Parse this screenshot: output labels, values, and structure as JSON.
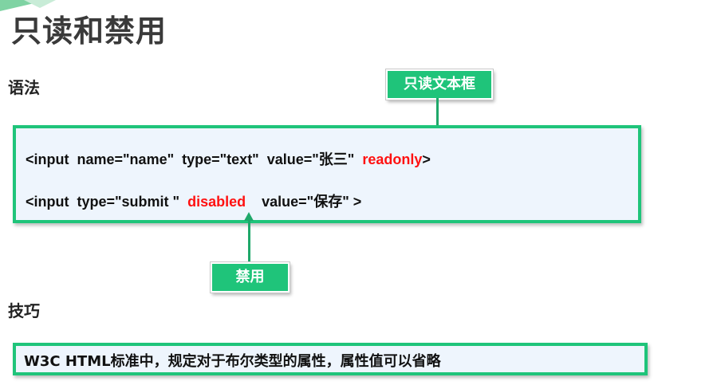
{
  "slide": {
    "title": "只读和禁用"
  },
  "syntax": {
    "heading": "语法",
    "line1": {
      "before": "<input  name=\"name\"  type=\"text\"  value=\"张三\"  ",
      "keyword": "readonly",
      "after": ">"
    },
    "line2": {
      "before": "<input  type=\"submit \"  ",
      "keyword": "disabled",
      "after": "    value=\"保存\" >"
    },
    "callout_readonly": "只读文本框",
    "callout_disabled": "禁用"
  },
  "tips": {
    "heading": "技巧",
    "text": "W3C HTML标准中，规定对于布尔类型的属性，属性值可以省略"
  },
  "colors": {
    "accent": "#1fc47a",
    "keyword": "#ff1111",
    "box_bg": "#eef5fd"
  }
}
